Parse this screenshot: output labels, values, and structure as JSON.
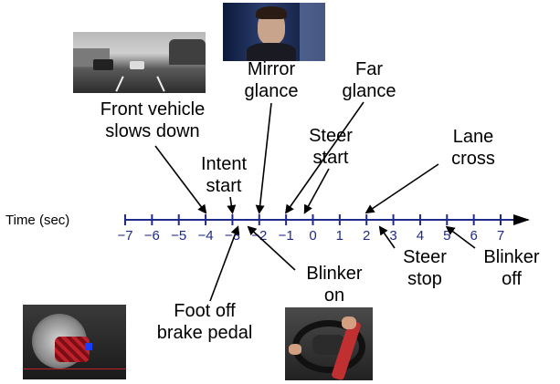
{
  "axis_label": "Time (sec)",
  "ticks": [
    -7,
    -6,
    -5,
    -4,
    -3,
    -2,
    -1,
    0,
    1,
    2,
    3,
    4,
    5,
    6,
    7
  ],
  "events": [
    {
      "id": "front-vehicle-slows-down",
      "lines": [
        "Front vehicle",
        "slows down"
      ],
      "time": -4.0
    },
    {
      "id": "intent-start",
      "lines": [
        "Intent",
        "start"
      ],
      "time": -3.0
    },
    {
      "id": "mirror-glance",
      "lines": [
        "Mirror",
        "glance"
      ],
      "time": -2.0
    },
    {
      "id": "far-glance",
      "lines": [
        "Far",
        "glance"
      ],
      "time": -1.0
    },
    {
      "id": "steer-start",
      "lines": [
        "Steer",
        "start"
      ],
      "time": -0.3
    },
    {
      "id": "lane-cross",
      "lines": [
        "Lane",
        "cross"
      ],
      "time": 2.0
    },
    {
      "id": "foot-off-brake-pedal",
      "lines": [
        "Foot off",
        "brake pedal"
      ],
      "time": -2.8
    },
    {
      "id": "blinker-on",
      "lines": [
        "Blinker",
        "on"
      ],
      "time": -2.4
    },
    {
      "id": "steer-stop",
      "lines": [
        "Steer",
        "stop"
      ],
      "time": 2.5
    },
    {
      "id": "blinker-off",
      "lines": [
        "Blinker",
        "off"
      ],
      "time": 5.0
    }
  ],
  "colors": {
    "axis": "#1f2a8a",
    "arrow": "#000000",
    "text": "#000000"
  }
}
